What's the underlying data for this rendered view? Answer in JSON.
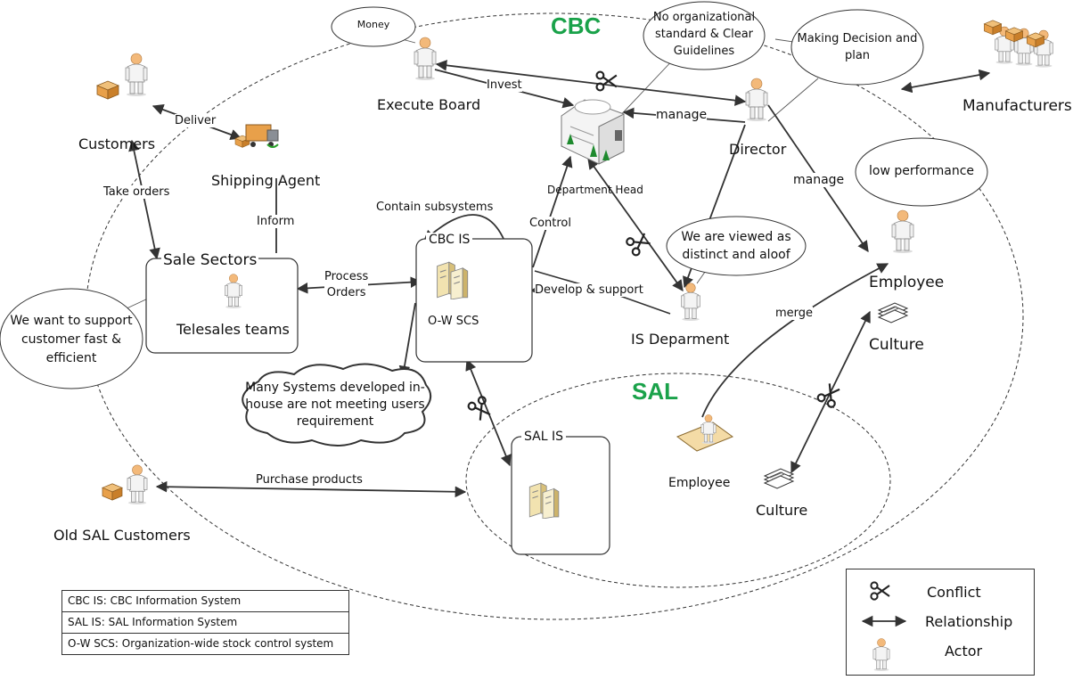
{
  "regions": {
    "cbc": "CBC",
    "sal": "SAL"
  },
  "actors": {
    "execute_board": "Execute Board",
    "director": "Director",
    "customers": "Customers",
    "shipping_agent": "Shipping Agent",
    "department_head": "Department Head",
    "employee_cbc": "Employee",
    "culture_cbc": "Culture",
    "is_department": "IS Deparment",
    "manufacturers": "Manufacturers",
    "old_sal_customers": "Old SAL Customers",
    "employee_sal": "Employee",
    "culture_sal": "Culture"
  },
  "boxes": {
    "sale_sectors_title": "Sale Sectors",
    "telesales": "Telesales teams",
    "cbc_is_title": "CBC IS",
    "ow_scs": "O-W SCS",
    "sal_is_title": "SAL IS"
  },
  "bubbles": {
    "money": "Money",
    "no_standard": [
      "No organizational",
      "standard & Clear",
      "Guidelines"
    ],
    "making_decision": [
      "Making Decision and",
      "plan"
    ],
    "low_performance": "low performance",
    "viewed_as": [
      "We are viewed as",
      "distinct and aloof"
    ],
    "support_customer": [
      "We want to support",
      "customer fast &",
      "efficient"
    ],
    "many_systems": [
      "Many Systems developed in-",
      "house are not meeting users",
      "requirement"
    ]
  },
  "relations": {
    "invest": "Invest",
    "manage_dept": "manage",
    "manage_emp": "manage",
    "deliver": "Deliver",
    "take_orders": "Take orders",
    "inform": "Inform",
    "contain_subsystems": "Contain subsystems",
    "control": "Control",
    "process_orders": [
      "Process",
      "Orders"
    ],
    "develop_support": "Develop & support",
    "merge": "merge",
    "purchase_products": "Purchase products"
  },
  "glossary": [
    "CBC IS: CBC Information System",
    "SAL IS: SAL Information System",
    "O-W SCS: Organization-wide stock control system"
  ],
  "legend": {
    "conflict": "Conflict",
    "relationship": "Relationship",
    "actor": "Actor"
  },
  "colors": {
    "region_label": "#1aa24a",
    "line": "#333333",
    "actor_body": "#f2f2f2",
    "actor_skin": "#f3b97a",
    "box_orange": "#e8a04a"
  }
}
